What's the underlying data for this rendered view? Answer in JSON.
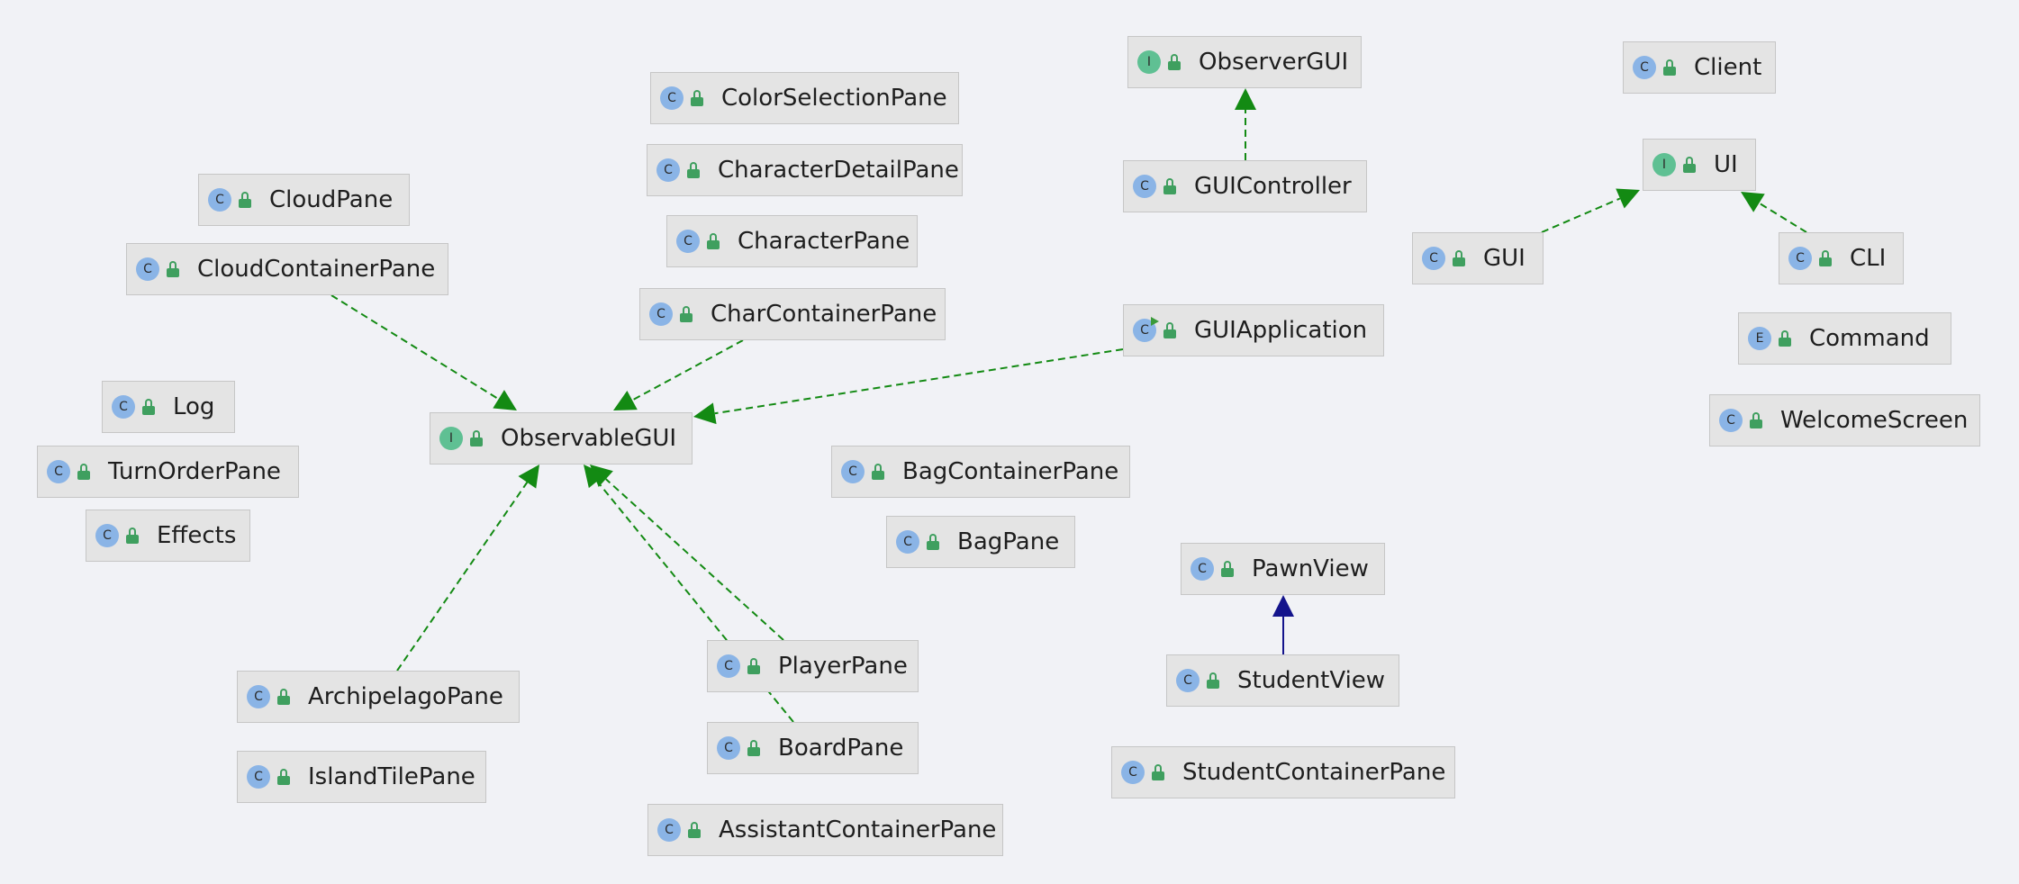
{
  "diagram": {
    "nodes": [
      {
        "id": "ObserverGUI",
        "kind": "interface",
        "kind_letter": "I",
        "label": "ObserverGUI"
      },
      {
        "id": "Client",
        "kind": "class",
        "kind_letter": "C",
        "label": "Client"
      },
      {
        "id": "ColorSelectionPane",
        "kind": "class",
        "kind_letter": "C",
        "label": "ColorSelectionPane"
      },
      {
        "id": "CharacterDetailPane",
        "kind": "class",
        "kind_letter": "C",
        "label": "CharacterDetailPane"
      },
      {
        "id": "UI",
        "kind": "interface",
        "kind_letter": "I",
        "label": "UI"
      },
      {
        "id": "GUIController",
        "kind": "class",
        "kind_letter": "C",
        "label": "GUIController"
      },
      {
        "id": "CloudPane",
        "kind": "class",
        "kind_letter": "C",
        "label": "CloudPane"
      },
      {
        "id": "CharacterPane",
        "kind": "class",
        "kind_letter": "C",
        "label": "CharacterPane"
      },
      {
        "id": "GUI",
        "kind": "class",
        "kind_letter": "C",
        "label": "GUI"
      },
      {
        "id": "CLI",
        "kind": "class",
        "kind_letter": "C",
        "label": "CLI"
      },
      {
        "id": "CloudContainerPane",
        "kind": "class",
        "kind_letter": "C",
        "label": "CloudContainerPane"
      },
      {
        "id": "CharContainerPane",
        "kind": "class",
        "kind_letter": "C",
        "label": "CharContainerPane"
      },
      {
        "id": "GUIApplication",
        "kind": "class",
        "kind_letter": "C",
        "label": "GUIApplication",
        "runnable": true
      },
      {
        "id": "Command",
        "kind": "enum",
        "kind_letter": "E",
        "label": "Command"
      },
      {
        "id": "Log",
        "kind": "class",
        "kind_letter": "C",
        "label": "Log"
      },
      {
        "id": "WelcomeScreen",
        "kind": "class",
        "kind_letter": "C",
        "label": "WelcomeScreen"
      },
      {
        "id": "ObservableGUI",
        "kind": "interface",
        "kind_letter": "I",
        "label": "ObservableGUI"
      },
      {
        "id": "TurnOrderPane",
        "kind": "class",
        "kind_letter": "C",
        "label": "TurnOrderPane"
      },
      {
        "id": "BagContainerPane",
        "kind": "class",
        "kind_letter": "C",
        "label": "BagContainerPane"
      },
      {
        "id": "Effects",
        "kind": "class",
        "kind_letter": "C",
        "label": "Effects"
      },
      {
        "id": "BagPane",
        "kind": "class",
        "kind_letter": "C",
        "label": "BagPane"
      },
      {
        "id": "PawnView",
        "kind": "class",
        "kind_letter": "C",
        "label": "PawnView"
      },
      {
        "id": "PlayerPane",
        "kind": "class",
        "kind_letter": "C",
        "label": "PlayerPane"
      },
      {
        "id": "ArchipelagoPane",
        "kind": "class",
        "kind_letter": "C",
        "label": "ArchipelagoPane"
      },
      {
        "id": "StudentView",
        "kind": "class",
        "kind_letter": "C",
        "label": "StudentView"
      },
      {
        "id": "BoardPane",
        "kind": "class",
        "kind_letter": "C",
        "label": "BoardPane"
      },
      {
        "id": "IslandTilePane",
        "kind": "class",
        "kind_letter": "C",
        "label": "IslandTilePane"
      },
      {
        "id": "StudentContainerPane",
        "kind": "class",
        "kind_letter": "C",
        "label": "StudentContainerPane"
      },
      {
        "id": "AssistantContainerPane",
        "kind": "class",
        "kind_letter": "C",
        "label": "AssistantContainerPane"
      }
    ],
    "edges": [
      {
        "from": "GUIController",
        "to": "ObserverGUI",
        "type": "implements"
      },
      {
        "from": "GUI",
        "to": "UI",
        "type": "implements"
      },
      {
        "from": "CLI",
        "to": "UI",
        "type": "implements"
      },
      {
        "from": "CloudContainerPane",
        "to": "ObservableGUI",
        "type": "implements"
      },
      {
        "from": "CharContainerPane",
        "to": "ObservableGUI",
        "type": "implements"
      },
      {
        "from": "GUIApplication",
        "to": "ObservableGUI",
        "type": "implements"
      },
      {
        "from": "ArchipelagoPane",
        "to": "ObservableGUI",
        "type": "implements"
      },
      {
        "from": "PlayerPane",
        "to": "ObservableGUI",
        "type": "implements"
      },
      {
        "from": "BoardPane",
        "to": "ObservableGUI",
        "type": "implements"
      },
      {
        "from": "StudentView",
        "to": "PawnView",
        "type": "extends"
      }
    ],
    "colors": {
      "background": "#f1f2f6",
      "node_fill": "#e4e4e4",
      "node_border": "#c6c6c6",
      "class_icon": "#8ab4e6",
      "interface_icon": "#5fc093",
      "lock": "#3f9f5f",
      "implements_edge": "#138a13",
      "extends_edge": "#14148c"
    }
  }
}
